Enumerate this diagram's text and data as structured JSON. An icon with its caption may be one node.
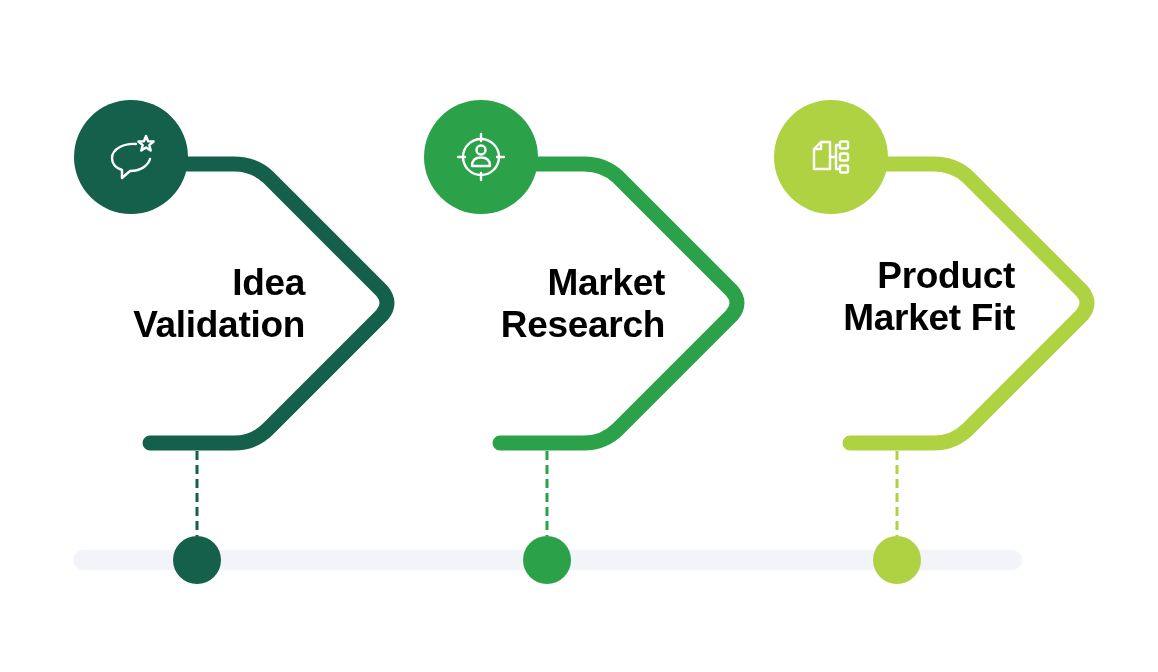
{
  "diagram": {
    "nodes": [
      {
        "text": [
          "Idea Validation"
        ]
      },
      {
        "text": [
          "Market Research"
        ]
      },
      {
        "text": [
          "Product Market Fit"
        ]
      },
      {
        "text": [],
        "shape": "circle"
      },
      {
        "text": [],
        "shape": "circle"
      },
      {
        "text": [],
        "shape": "circle"
      }
    ],
    "edges": [
      {
        "from": 0,
        "to": 3,
        "arrow": "none",
        "style": "dashed",
        "color": "#15604a"
      },
      {
        "from": 1,
        "to": 4,
        "arrow": "none",
        "style": "dashed",
        "color": "#2ba14a"
      },
      {
        "from": 2,
        "to": 5,
        "arrow": "none",
        "style": "dashed",
        "color": "#afd243"
      }
    ]
  }
}
